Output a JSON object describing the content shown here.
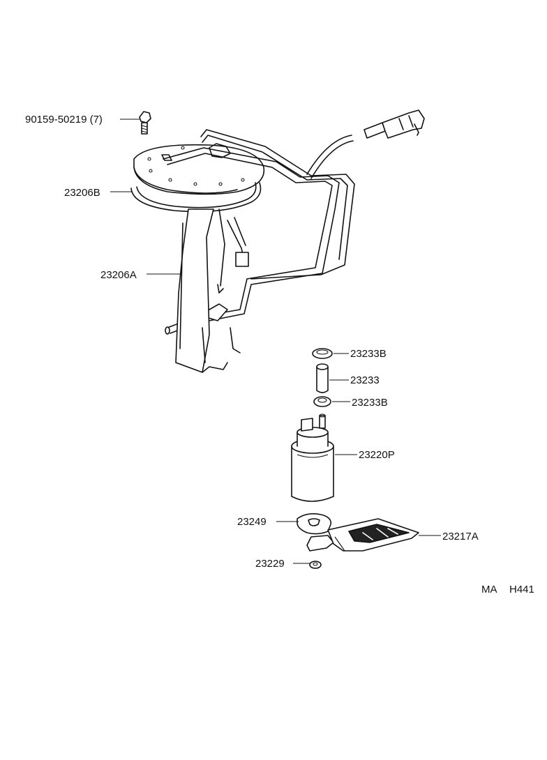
{
  "labels": {
    "bolt": "90159-50219 (7)",
    "gasket": "23206B",
    "bracket": "23206A",
    "clamp_top": "23233B",
    "hose": "23233",
    "clamp_bottom": "23233B",
    "pump": "23220P",
    "cushion": "23249",
    "filter": "23217A",
    "clip": "23229"
  },
  "reference": {
    "code_left": "MA",
    "code_right": "H441"
  }
}
